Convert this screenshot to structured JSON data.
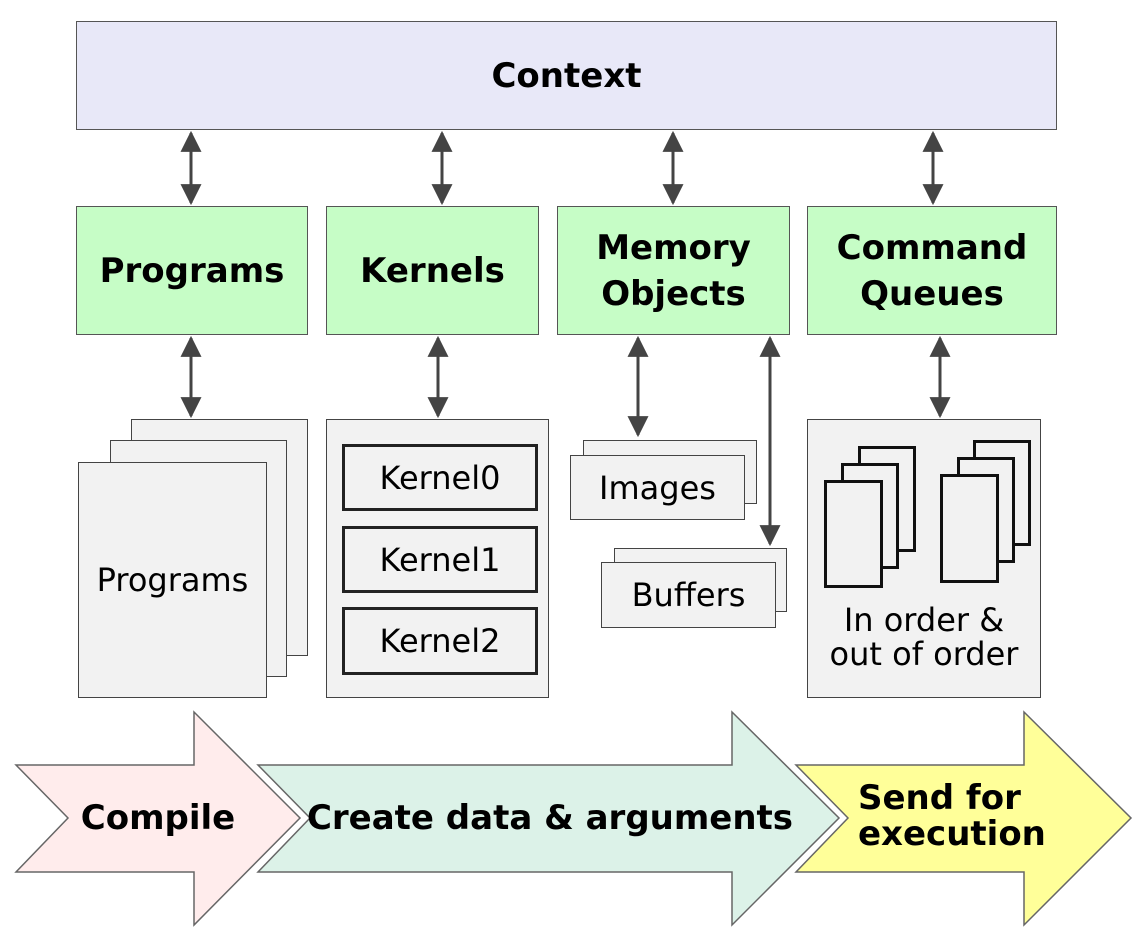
{
  "context": {
    "label": "Context"
  },
  "components": {
    "programs": "Programs",
    "kernels": "Kernels",
    "memory_objects_line1": "Memory",
    "memory_objects_line2": "Objects",
    "command_queues_line1": "Command",
    "command_queues_line2": "Queues"
  },
  "details": {
    "programs_label": "Programs",
    "kernels": [
      "Kernel0",
      "Kernel1",
      "Kernel2"
    ],
    "images_label": "Images",
    "buffers_label": "Buffers",
    "queue_order_line1": "In order &",
    "queue_order_line2": "out of order"
  },
  "stages": {
    "compile": "Compile",
    "create": "Create data & arguments",
    "send_line1": "Send for",
    "send_line2": "execution"
  },
  "colors": {
    "context_fill": "#e8e8f8",
    "component_fill": "#c6fdc6",
    "compile_fill": "#ffecec",
    "create_fill": "#dcf2e8",
    "send_fill": "#ffff99"
  }
}
